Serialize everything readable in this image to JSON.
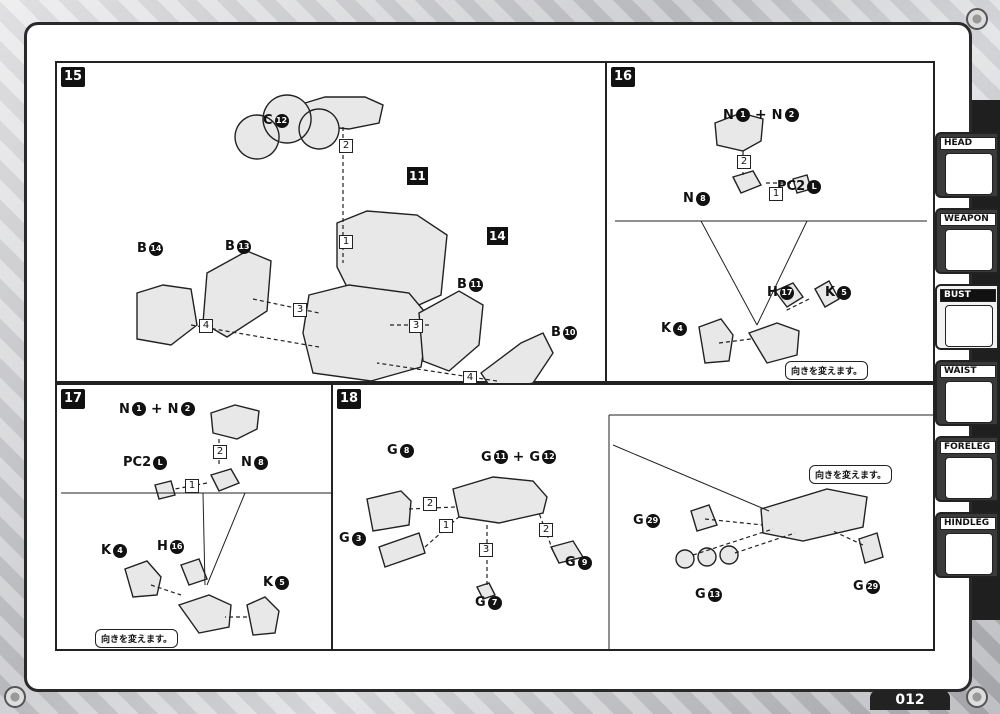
{
  "page_number": "012",
  "tabs": [
    {
      "label": "HEAD",
      "icon": "head-part-icon",
      "active": false
    },
    {
      "label": "WEAPON",
      "icon": "weapon-part-icon",
      "active": false
    },
    {
      "label": "BUST",
      "icon": "bust-part-icon",
      "active": true
    },
    {
      "label": "WAIST",
      "icon": "waist-part-icon",
      "active": false
    },
    {
      "label": "FORELEG",
      "icon": "foreleg-part-icon",
      "active": false
    },
    {
      "label": "HINDLEG",
      "icon": "hindleg-part-icon",
      "active": false
    }
  ],
  "steps": {
    "s15": {
      "number": "15",
      "parts": {
        "c12": {
          "letter": "C",
          "num": "12"
        },
        "b14": {
          "letter": "B",
          "num": "14"
        },
        "b13": {
          "letter": "B",
          "num": "13"
        },
        "b11": {
          "letter": "B",
          "num": "11"
        },
        "b10": {
          "letter": "B",
          "num": "10"
        }
      },
      "subassemblies": {
        "a11": "11",
        "a14": "14"
      },
      "order": [
        "2",
        "1",
        "3",
        "3",
        "4",
        "4"
      ]
    },
    "s16": {
      "number": "16",
      "parts": {
        "n1": {
          "letter": "N",
          "num": "1"
        },
        "n2": {
          "letter": "N",
          "num": "2"
        },
        "n8": {
          "letter": "N",
          "num": "8"
        },
        "pc2l": {
          "letter": "PC2",
          "num": "L"
        },
        "h17": {
          "letter": "H",
          "num": "17"
        },
        "k5": {
          "letter": "K",
          "num": "5"
        },
        "k4": {
          "letter": "K",
          "num": "4"
        }
      },
      "order": [
        "2",
        "1"
      ],
      "note": "向きを変えます。"
    },
    "s17": {
      "number": "17",
      "parts": {
        "n1": {
          "letter": "N",
          "num": "1"
        },
        "n2": {
          "letter": "N",
          "num": "2"
        },
        "pc2l": {
          "letter": "PC2",
          "num": "L"
        },
        "n8": {
          "letter": "N",
          "num": "8"
        },
        "k4": {
          "letter": "K",
          "num": "4"
        },
        "h16": {
          "letter": "H",
          "num": "16"
        },
        "k5": {
          "letter": "K",
          "num": "5"
        }
      },
      "order": [
        "2",
        "1"
      ],
      "note": "向きを変えます。"
    },
    "s18": {
      "number": "18",
      "parts": {
        "g8": {
          "letter": "G",
          "num": "8"
        },
        "g11": {
          "letter": "G",
          "num": "11"
        },
        "g12": {
          "letter": "G",
          "num": "12"
        },
        "g3": {
          "letter": "G",
          "num": "3"
        },
        "g9": {
          "letter": "G",
          "num": "9"
        },
        "g7": {
          "letter": "G",
          "num": "7"
        },
        "g29a": {
          "letter": "G",
          "num": "29"
        },
        "g29b": {
          "letter": "G",
          "num": "29"
        },
        "g13": {
          "letter": "G",
          "num": "13"
        }
      },
      "order": [
        "2",
        "1",
        "2",
        "3"
      ],
      "note": "向きを変えます。"
    }
  }
}
